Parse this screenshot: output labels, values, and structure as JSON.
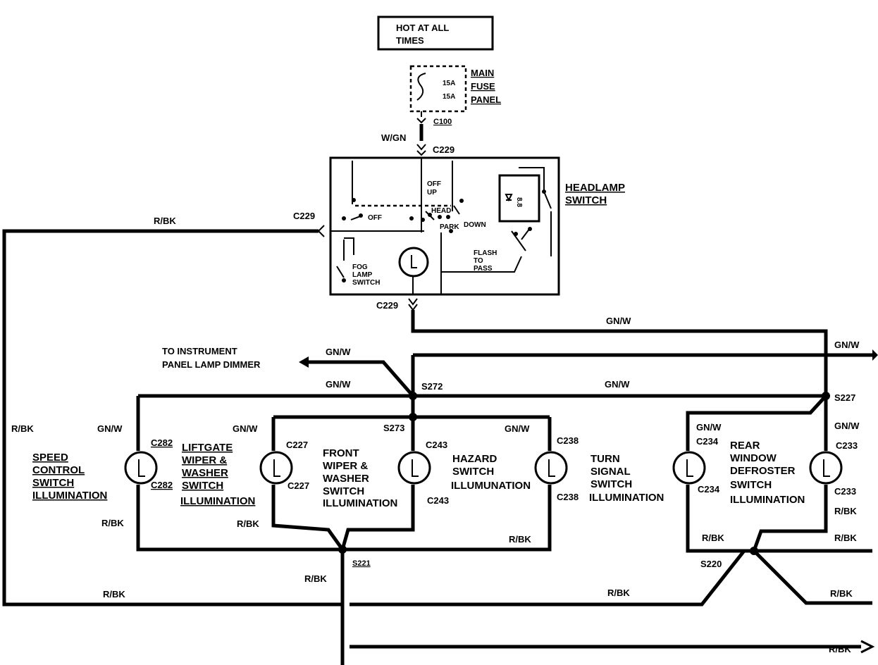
{
  "power": {
    "hot_box": "HOT AT ALL TIMES",
    "fuse_label": [
      "MAIN",
      "FUSE",
      "PANEL"
    ],
    "fuse_values": [
      "15A",
      "15A"
    ],
    "c100": "C100",
    "feed_wire": "W/GN"
  },
  "headlamp_switch": {
    "title": [
      "HEADLAMP",
      "SWITCH"
    ],
    "connector_top": "C229",
    "connector_left": "C229",
    "connector_bottom": "C229",
    "pos_off_left": "OFF",
    "pos_off_up": [
      "OFF",
      "UP"
    ],
    "pos_head": "HEAD",
    "pos_park": "PARK",
    "pos_down": "DOWN",
    "flash_to_pass": [
      "FLASH",
      "TO",
      "PASS"
    ],
    "fog_lamp_switch": [
      "FOG",
      "LAMP",
      "SWITCH"
    ],
    "cb": "8.8"
  },
  "wires": {
    "r_bk": "R/BK",
    "gn_w": "GN/W",
    "gn_w_lower": "GN/W"
  },
  "dimmer": [
    "TO INSTRUMENT",
    "PANEL LAMP DIMMER"
  ],
  "splices": {
    "s272": "S272",
    "s273": "S273",
    "s227": "S227",
    "s221": "S221",
    "s220": "S220"
  },
  "lamps": [
    {
      "label": [
        "SPEED",
        "CONTROL",
        "SWITCH",
        "ILLUMINATION"
      ],
      "c_top": "C282",
      "c_bot": "C282"
    },
    {
      "label": [
        "LIFTGATE",
        "WIPER &",
        "WASHER",
        "SWITCH",
        "ILLUMINATION"
      ],
      "c_top": "C227",
      "c_bot": "C227"
    },
    {
      "label": [
        "FRONT",
        "WIPER &",
        "WASHER",
        "SWITCH",
        "ILLUMINATION"
      ],
      "c_top": "C243",
      "c_bot": "C243"
    },
    {
      "label": [
        "HAZARD",
        "SWITCH",
        "ILLUMUNATION"
      ],
      "c_top": "C238",
      "c_bot": "C238"
    },
    {
      "label": [
        "TURN",
        "SIGNAL",
        "SWITCH",
        "ILLUMINATION"
      ],
      "c_top": "C234",
      "c_bot": "C234"
    },
    {
      "label": [
        "REAR",
        "WINDOW",
        "DEFROSTER",
        "SWITCH",
        "ILLUMINATION"
      ],
      "c_top": "C233",
      "c_bot": "C233"
    }
  ],
  "colors": {
    "ink": "#000000",
    "paper": "#ffffff"
  }
}
